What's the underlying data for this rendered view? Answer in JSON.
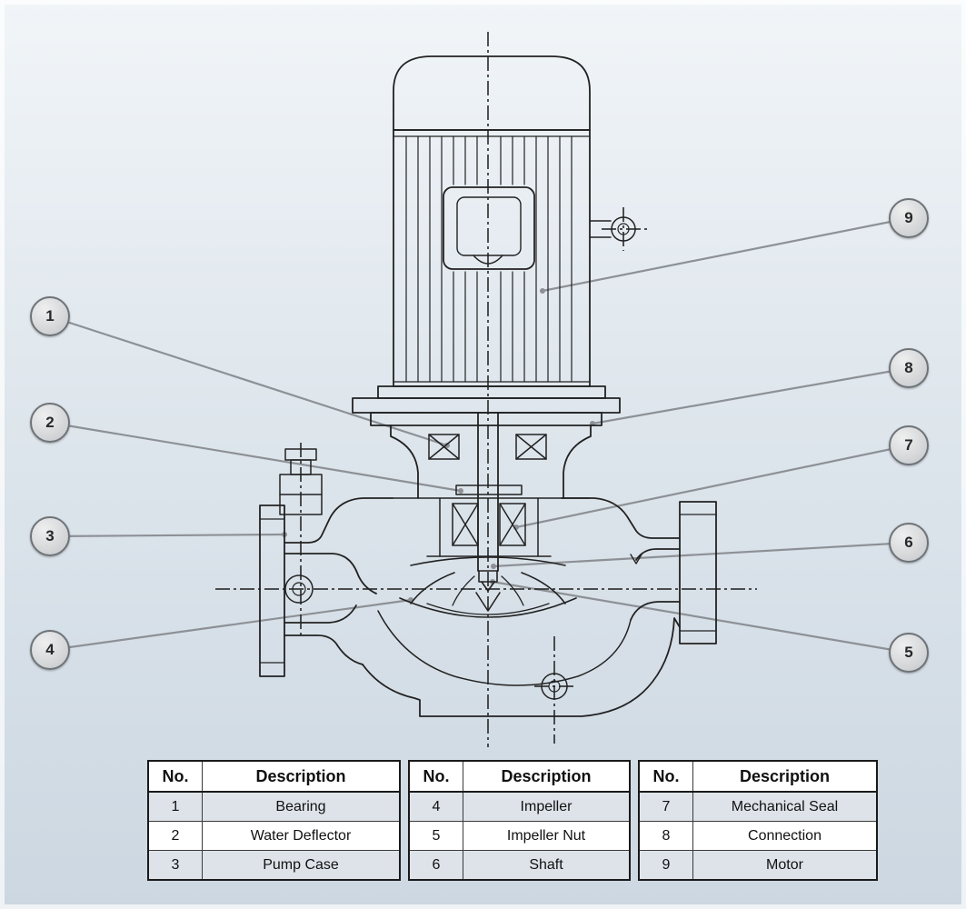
{
  "diagram": {
    "callouts": [
      {
        "number": "1"
      },
      {
        "number": "2"
      },
      {
        "number": "3"
      },
      {
        "number": "4"
      },
      {
        "number": "5"
      },
      {
        "number": "6"
      },
      {
        "number": "7"
      },
      {
        "number": "8"
      },
      {
        "number": "9"
      }
    ]
  },
  "tables": [
    {
      "headers": {
        "no": "No.",
        "description": "Description"
      },
      "rows": [
        {
          "no": "1",
          "description": "Bearing"
        },
        {
          "no": "2",
          "description": "Water Deflector"
        },
        {
          "no": "3",
          "description": "Pump Case"
        }
      ]
    },
    {
      "headers": {
        "no": "No.",
        "description": "Description"
      },
      "rows": [
        {
          "no": "4",
          "description": "Impeller"
        },
        {
          "no": "5",
          "description": "Impeller Nut"
        },
        {
          "no": "6",
          "description": "Shaft"
        }
      ]
    },
    {
      "headers": {
        "no": "No.",
        "description": "Description"
      },
      "rows": [
        {
          "no": "7",
          "description": "Mechanical Seal"
        },
        {
          "no": "8",
          "description": "Connection"
        },
        {
          "no": "9",
          "description": "Motor"
        }
      ]
    }
  ],
  "colors": {
    "line": "#222222",
    "leader": "#8d9196",
    "badge_fill": "#d7d9db",
    "badge_border": "#6e7377",
    "row_shaded": "#dde3e9",
    "background_top": "#f1f5f8",
    "background_bottom": "#ccd7e1"
  }
}
